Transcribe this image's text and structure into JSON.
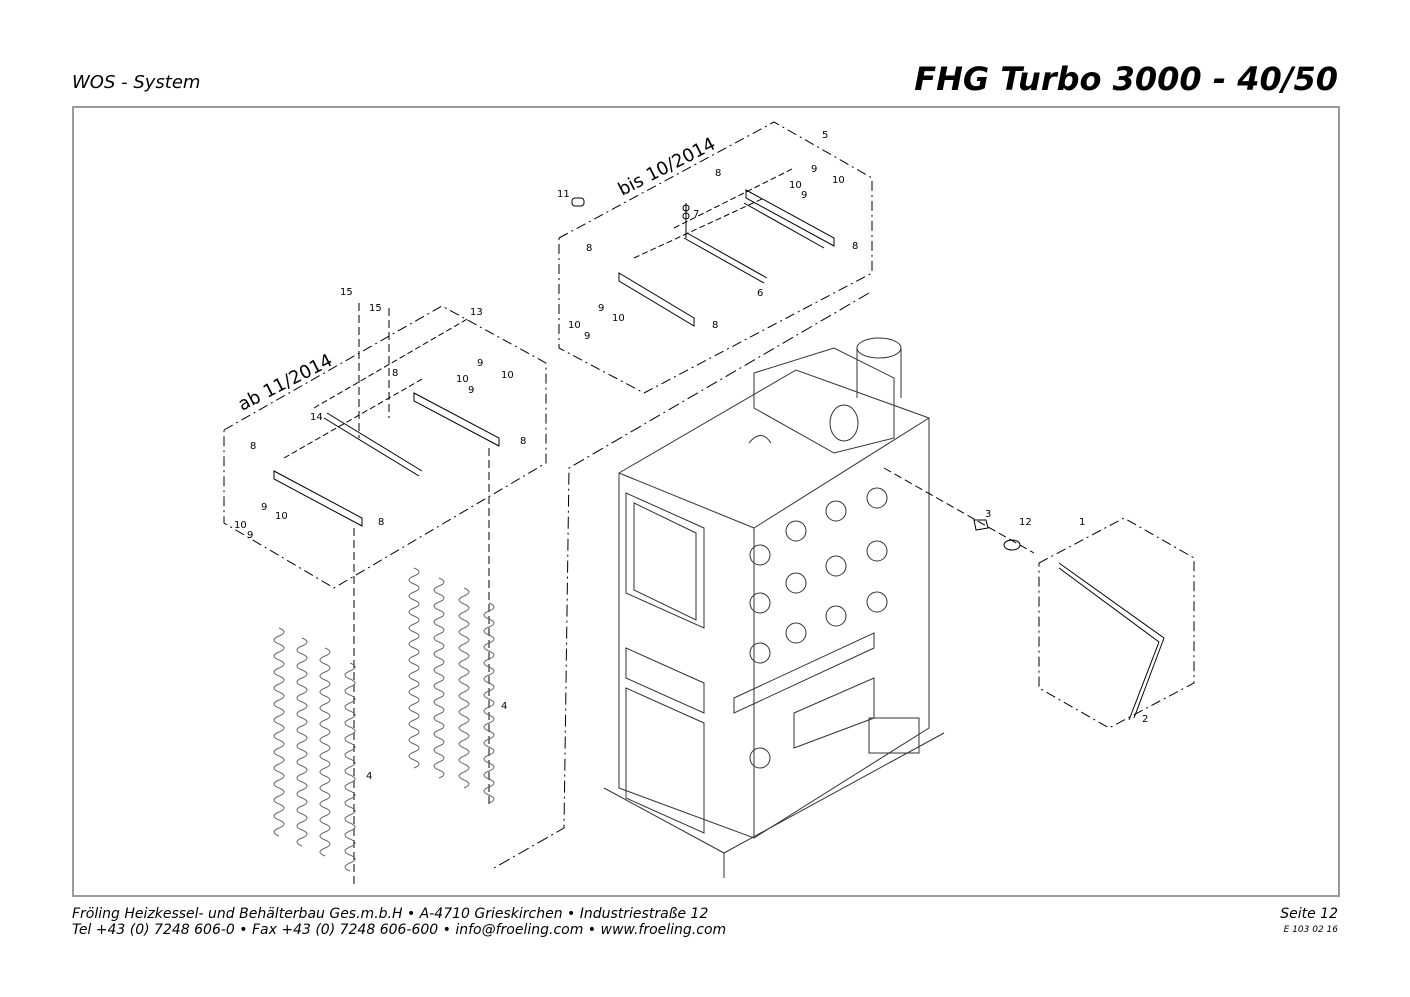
{
  "header": {
    "left": "WOS - System",
    "right": "FHG Turbo 3000 - 40/50"
  },
  "diagram": {
    "version_old": "bis 10/2014",
    "version_new": "ab 11/2014",
    "parts": [
      "1",
      "2",
      "3",
      "4",
      "5",
      "6",
      "7",
      "8",
      "9",
      "10",
      "11",
      "12",
      "13",
      "14",
      "15"
    ]
  },
  "footer": {
    "line1": "Fröling Heizkessel- und Behälterbau Ges.m.b.H   •  A-4710 Grieskirchen   •  Industriestraße 12",
    "line2": "Tel +43 (0) 7248 606-0  • Fax +43 (0) 7248 606-600   • info@froeling.com  • www.froeling.com",
    "page": "Seite 12",
    "code": "E 103 02 16"
  },
  "colors": {
    "frame": "#9a9a9a",
    "lines": "#000000"
  }
}
